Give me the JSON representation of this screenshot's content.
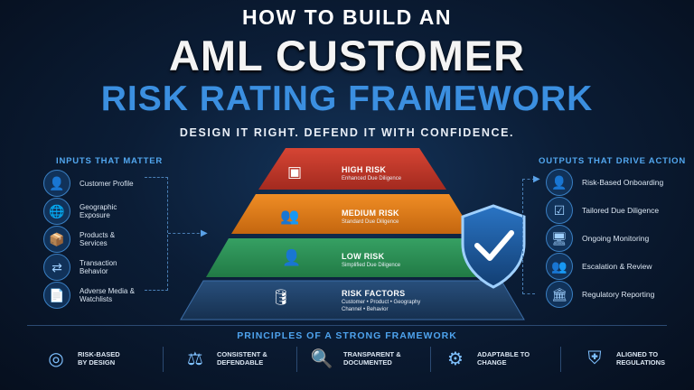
{
  "title": {
    "line1": "HOW TO BUILD AN",
    "line2": "AML CUSTOMER",
    "line3": "RISK RATING FRAMEWORK",
    "tagline": "DESIGN IT RIGHT. DEFEND IT WITH CONFIDENCE."
  },
  "inputs": {
    "heading": "INPUTS THAT MATTER",
    "items": [
      {
        "label": "Customer Profile",
        "icon": "person-icon"
      },
      {
        "label": "Geographic Exposure",
        "icon": "globe-icon"
      },
      {
        "label": "Products & Services",
        "icon": "box-icon"
      },
      {
        "label": "Transaction Behavior",
        "icon": "exchange-icon"
      },
      {
        "label": "Adverse Media & Watchlists",
        "icon": "document-icon"
      }
    ]
  },
  "pyramid": {
    "tiers": [
      {
        "name": "HIGH RISK",
        "sub": "Enhanced Due Diligence",
        "icon": "person-frame-icon",
        "color": "#c0392b"
      },
      {
        "name": "MEDIUM RISK",
        "sub": "Standard Due Diligence",
        "icon": "group-icon",
        "color": "#e07b1a"
      },
      {
        "name": "LOW RISK",
        "sub": "Simplified Due Diligence",
        "icon": "user-icon",
        "color": "#2e8b57"
      },
      {
        "name": "RISK FACTORS",
        "sub": "Customer • Product • Geography",
        "sub2": "Channel • Behavior",
        "icon": "database-icon",
        "color": "#1f3f66"
      }
    ]
  },
  "outputs": {
    "heading": "OUTPUTS THAT DRIVE ACTION",
    "items": [
      {
        "label": "Risk-Based Onboarding",
        "icon": "person-icon"
      },
      {
        "label": "Tailored Due Diligence",
        "icon": "checklist-icon"
      },
      {
        "label": "Ongoing Monitoring",
        "icon": "monitor-icon"
      },
      {
        "label": "Escalation & Review",
        "icon": "group-icon"
      },
      {
        "label": "Regulatory Reporting",
        "icon": "building-icon"
      }
    ]
  },
  "principles": {
    "heading": "PRINCIPLES OF A STRONG FRAMEWORK",
    "items": [
      {
        "line1": "RISK-BASED",
        "line2": "BY DESIGN",
        "icon": "target-icon"
      },
      {
        "line1": "CONSISTENT &",
        "line2": "DEFENDABLE",
        "icon": "scale-icon"
      },
      {
        "line1": "TRANSPARENT &",
        "line2": "DOCUMENTED",
        "icon": "magnifier-icon"
      },
      {
        "line1": "ADAPTABLE TO",
        "line2": "CHANGE",
        "icon": "gear-icon"
      },
      {
        "line1": "ALIGNED TO",
        "line2": "REGULATIONS",
        "icon": "shield-icon"
      }
    ]
  },
  "colors": {
    "accent_blue": "#3b8fe0",
    "background": "#0b1d36",
    "shield": "#1e5fa8"
  }
}
